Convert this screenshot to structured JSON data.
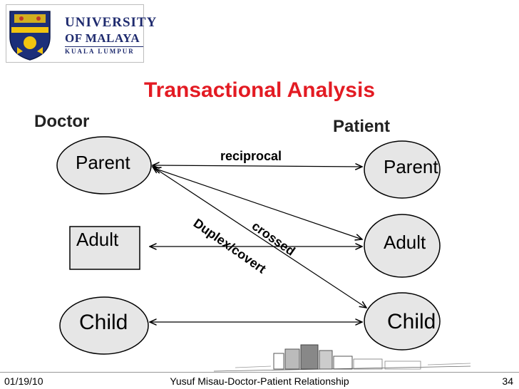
{
  "logo": {
    "line1": "UNIVERSITY",
    "line2": "OF MALAYA",
    "line3": "KUALA LUMPUR",
    "crest_icon": "university-crest-icon"
  },
  "slide": {
    "title": "Transactional Analysis",
    "doctor_label": "Doctor",
    "patient_label": "Patient"
  },
  "diagram": {
    "doctor_states": {
      "parent": "Parent",
      "adult": "Adult",
      "child": "Child"
    },
    "patient_states": {
      "parent": "Parent",
      "adult": "Adult",
      "child": "Child"
    },
    "labels": {
      "reciprocal": "reciprocal",
      "crossed": "crossed",
      "duplex": "Duplex/covert"
    }
  },
  "footer": {
    "date": "01/19/10",
    "center": "Yusuf Misau-Doctor-Patient Relationship",
    "page": "34"
  },
  "colors": {
    "title": "#e31b23",
    "ellipse_fill": "#e6e6e6",
    "logo_text": "#1e2a6e",
    "crest_blue": "#1c2f7a",
    "crest_yellow": "#f2c40f"
  }
}
